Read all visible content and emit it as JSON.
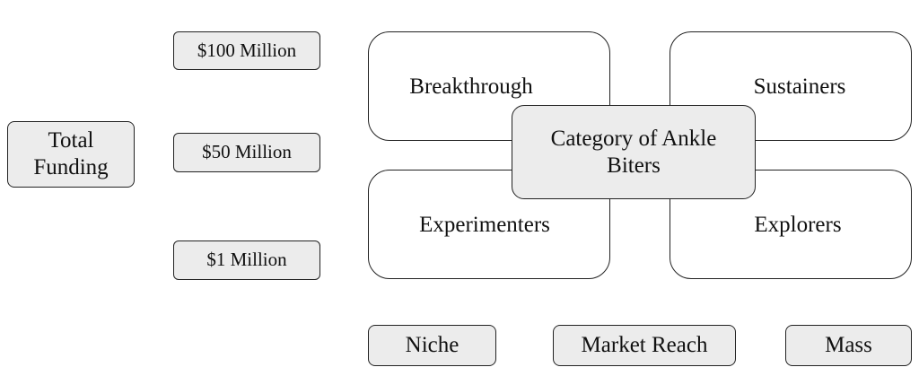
{
  "y_axis": {
    "title": "Total\nFunding",
    "levels": [
      "$100 Million",
      "$50 Million",
      "$1 Million"
    ]
  },
  "quadrants": {
    "top_left": "Breakthrough",
    "top_right": "Sustainers",
    "bottom_left": "Experimenters",
    "bottom_right": "Explorers"
  },
  "center_label": "Category of Ankle\nBiters",
  "x_axis": {
    "levels": [
      "Niche",
      "Market Reach",
      "Mass"
    ]
  },
  "colors": {
    "label_fill": "#ececec",
    "quadrant_fill": "#ffffff",
    "border": "#222222"
  }
}
